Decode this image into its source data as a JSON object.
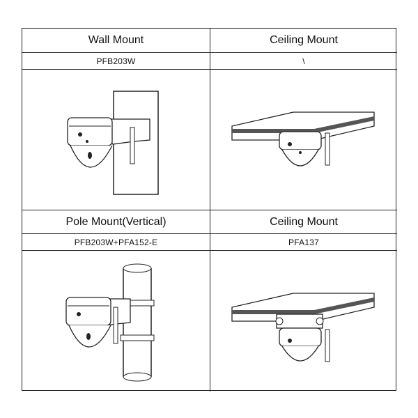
{
  "rows": [
    {
      "left": {
        "title": "Wall Mount",
        "model": "PFB203W",
        "illustration": "wall-mount-camera"
      },
      "right": {
        "title": "Ceiling Mount",
        "model": "\\",
        "illustration": "ceiling-mount-camera"
      }
    },
    {
      "left": {
        "title": "Pole Mount(Vertical)",
        "model": "PFB203W+PFA152-E",
        "illustration": "pole-mount-camera"
      },
      "right": {
        "title": "Ceiling Mount",
        "model": "PFA137",
        "illustration": "ceiling-mount-junction-box-camera"
      }
    }
  ]
}
